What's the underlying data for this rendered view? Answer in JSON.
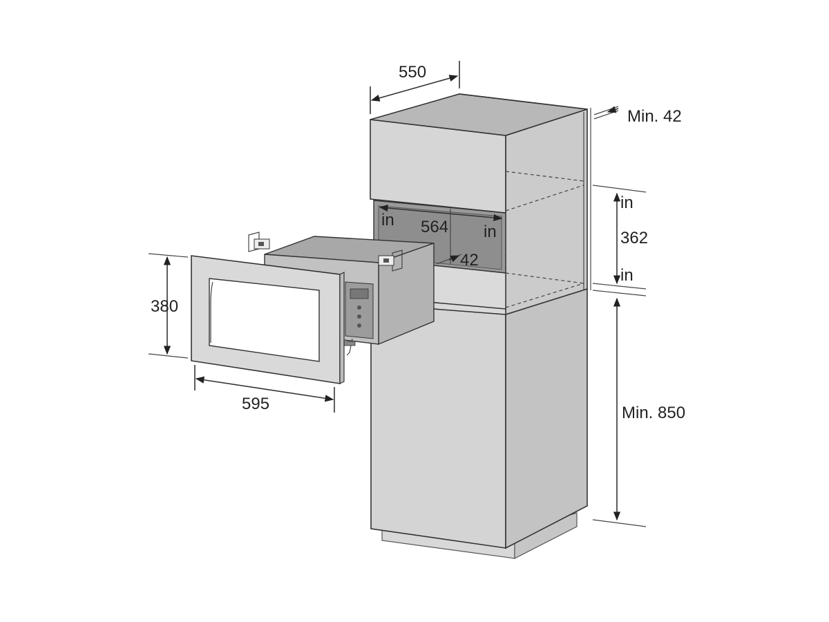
{
  "colors": {
    "cabinet_face": "#d4d4d4",
    "cabinet_side": "#c3c3c3",
    "cabinet_top": "#b8b8b8",
    "frame": "#d9d9d9",
    "microwave_body": "#b0b0b0",
    "line": "#333333"
  },
  "dimensions": {
    "cabinet_depth": "550",
    "side_wall_min": "Min. 42",
    "niche_width": "564",
    "niche_in_left": "in",
    "niche_in_right": "in",
    "back_gap": "42",
    "niche_height": "362",
    "niche_height_in_top": "in",
    "niche_height_in_bottom": "in",
    "frame_height": "380",
    "frame_width": "595",
    "floor_min": "Min. 850"
  },
  "icons": [
    "bracket-screw-icon",
    "bracket-screw-icon"
  ]
}
